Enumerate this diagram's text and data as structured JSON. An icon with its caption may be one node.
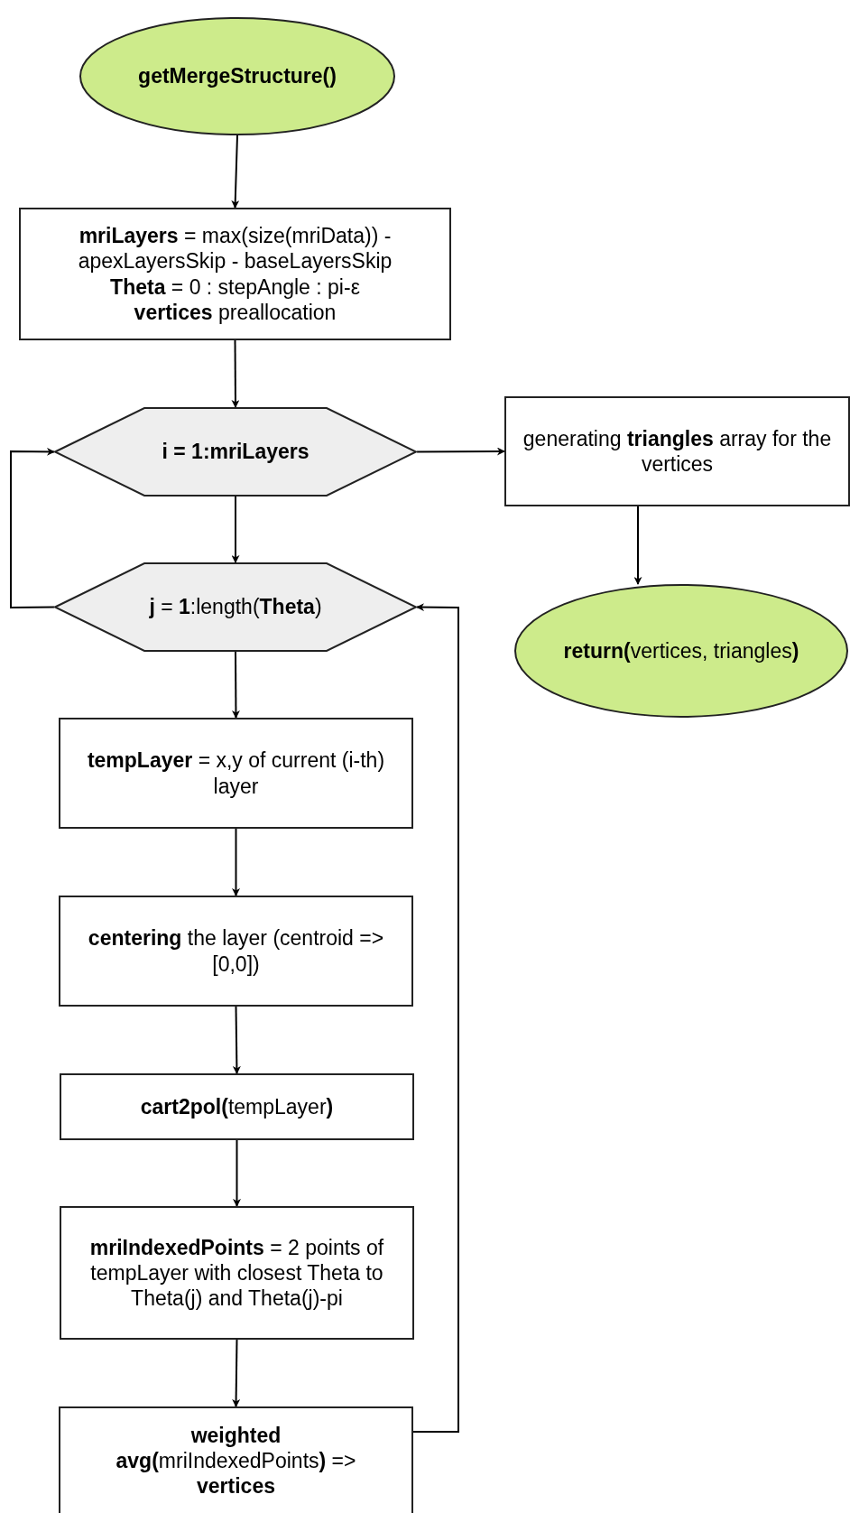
{
  "diagram": {
    "nodes": [
      {
        "text": [
          "getMergeStructure()"
        ]
      },
      {
        "text": [
          "**mriLayers** = max(size(mriData)) - apexLayersSkip - baseLayersSkip",
          "**Theta** = 0 : stepAngle : pi-ε",
          "**vertices** preallocation"
        ]
      },
      {
        "text": [
          "i = 1:mriLayers"
        ]
      },
      {
        "text": [
          "generating **triangles** array for the vertices"
        ]
      },
      {
        "text": [
          "**j** = **1**:length(**Theta**)"
        ]
      },
      {
        "text": [
          "**return(**vertices, triangles**)**"
        ]
      },
      {
        "text": [
          "**tempLayer** = x,y of current (i-th) layer"
        ]
      },
      {
        "text": [
          "**centering** the layer (centroid => [0,0])"
        ]
      },
      {
        "text": [
          "**cart2pol(**tempLayer**)**"
        ]
      },
      {
        "text": [
          "**mriIndexedPoints** = 2 points of tempLayer with closest Theta to Theta(j) and Theta(j)-pi"
        ]
      },
      {
        "text": [
          "**weighted avg(**mriIndexedPoints**)** => **vertices**"
        ]
      }
    ],
    "edges": [
      {
        "from": 0,
        "to": 1,
        "arrow": "to"
      },
      {
        "from": 1,
        "to": 2,
        "arrow": "to"
      },
      {
        "from": 2,
        "to": 4,
        "arrow": "to"
      },
      {
        "from": 4,
        "to": 6,
        "arrow": "to"
      },
      {
        "from": 6,
        "to": 7,
        "arrow": "to"
      },
      {
        "from": 7,
        "to": 8,
        "arrow": "to"
      },
      {
        "from": 8,
        "to": 9,
        "arrow": "to"
      },
      {
        "from": 9,
        "to": 10,
        "arrow": "to"
      },
      {
        "from": 10,
        "to": 4,
        "arrow": "to"
      },
      {
        "from": 4,
        "to": 2,
        "arrow": "to"
      },
      {
        "from": 2,
        "to": 3,
        "arrow": "to"
      },
      {
        "from": 3,
        "to": 5,
        "arrow": "to"
      }
    ]
  }
}
